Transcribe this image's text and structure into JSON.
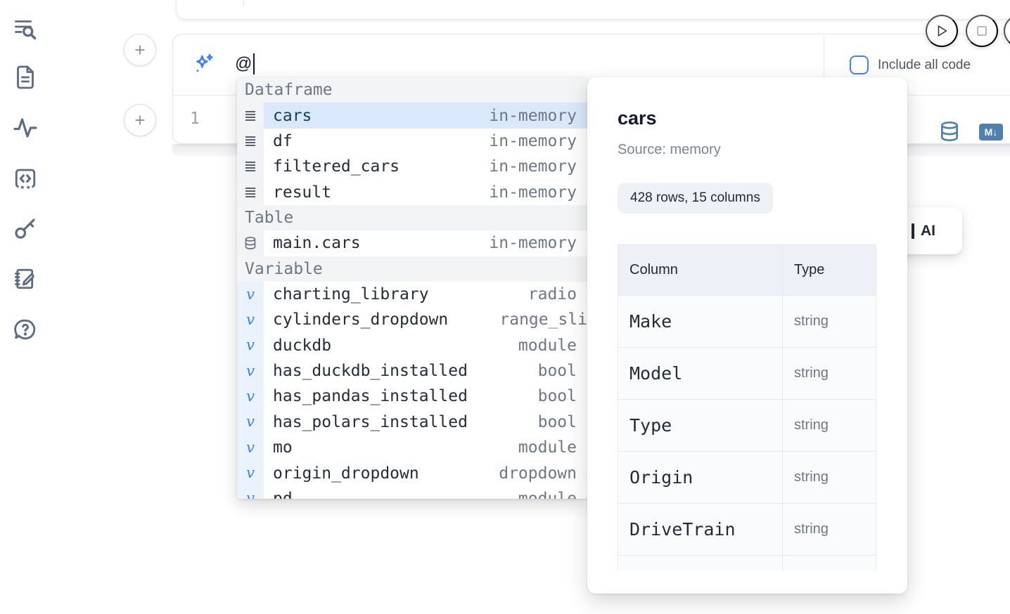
{
  "sidebar": {
    "items": [
      {
        "icon": "table-of-contents-search-icon"
      },
      {
        "icon": "file-document-icon"
      },
      {
        "icon": "activity-logs-icon"
      },
      {
        "icon": "code-snippets-icon"
      },
      {
        "icon": "key-secrets-icon"
      },
      {
        "icon": "scratchpad-notebook-icon"
      },
      {
        "icon": "help-chat-icon"
      }
    ]
  },
  "toolbar": {
    "add_cell_label": "+",
    "run_play_icon": "play-icon",
    "stop_square_icon": "stop-icon"
  },
  "cell": {
    "ai_input_value": "@",
    "include_all_code_label": "Include all code",
    "line_number": "1",
    "db_icon": "database-icon",
    "markdown_badge": "M↓"
  },
  "autocomplete": {
    "sections": [
      {
        "label": "Dataframe",
        "items": [
          {
            "name": "cars",
            "meta": "in-memory",
            "selected": true
          },
          {
            "name": "df",
            "meta": "in-memory"
          },
          {
            "name": "filtered_cars",
            "meta": "in-memory"
          },
          {
            "name": "result",
            "meta": "in-memory"
          }
        ]
      },
      {
        "label": "Table",
        "items": [
          {
            "name": "main.cars",
            "meta": "in-memory"
          }
        ]
      },
      {
        "label": "Variable",
        "items": [
          {
            "name": "charting_library",
            "meta": "radio"
          },
          {
            "name": "cylinders_dropdown",
            "meta": "range_sli"
          },
          {
            "name": "duckdb",
            "meta": "module"
          },
          {
            "name": "has_duckdb_installed",
            "meta": "bool"
          },
          {
            "name": "has_pandas_installed",
            "meta": "bool"
          },
          {
            "name": "has_polars_installed",
            "meta": "bool"
          },
          {
            "name": "mo",
            "meta": "module"
          },
          {
            "name": "origin_dropdown",
            "meta": "dropdown"
          },
          {
            "name": "pd",
            "meta": "module",
            "clipped_row": true
          }
        ]
      }
    ],
    "variable_glyph": "v"
  },
  "preview": {
    "title": "cars",
    "source": "Source: memory",
    "shape": "428 rows, 15 columns",
    "table": {
      "headers": [
        "Column",
        "Type"
      ],
      "rows": [
        {
          "column": "Make",
          "type": "string"
        },
        {
          "column": "Model",
          "type": "string"
        },
        {
          "column": "Type",
          "type": "string"
        },
        {
          "column": "Origin",
          "type": "string"
        },
        {
          "column": "DriveTrain",
          "type": "string"
        }
      ],
      "partial_sixth_row": true
    }
  },
  "hidden_button": {
    "visible_label": "AI"
  },
  "colors": {
    "accent_blue": "#3b82f6",
    "steel_blue": "#4e81ad",
    "selected_row_bg": "#d9e9fb",
    "selected_text": "#1d3a6b",
    "muted_text": "#6e7687",
    "sidebar_icon": "#5d6b84",
    "border": "#e5e7eb"
  }
}
